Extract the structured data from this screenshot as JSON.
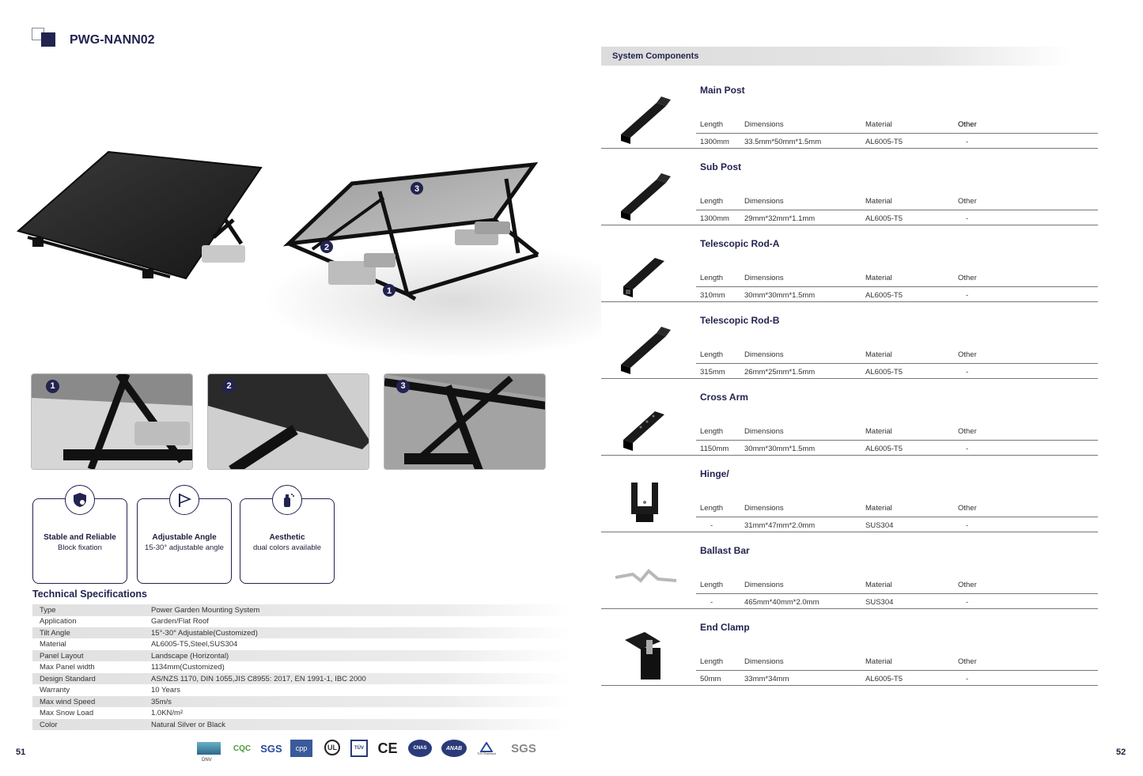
{
  "header": {
    "title": "PWG-NANN02"
  },
  "callouts": [
    "1",
    "2",
    "3"
  ],
  "thumbnails": [
    {
      "badge": "1"
    },
    {
      "badge": "2"
    },
    {
      "badge": "3"
    }
  ],
  "features": [
    {
      "title": "Stable and Reliable",
      "subtitle": "Block fixation",
      "icon": "shield-gear-icon"
    },
    {
      "title": "Adjustable Angle",
      "subtitle": "15-30° adjustable angle",
      "icon": "angle-flag-icon"
    },
    {
      "title": "Aesthetic",
      "subtitle": "dual colors available",
      "icon": "spray-can-icon"
    }
  ],
  "specs": {
    "title": "Technical Specifications",
    "rows": [
      {
        "key": "Type",
        "value": "Power Garden Mounting System"
      },
      {
        "key": "Application",
        "value": "Garden/Flat Roof"
      },
      {
        "key": "Tilt Angle",
        "value": "15°-30° Adjustable(Customized)"
      },
      {
        "key": "Material",
        "value": "AL6005-T5,Steel,SUS304"
      },
      {
        "key": "Panel Layout",
        "value": "Landscape (Horizontal)"
      },
      {
        "key": "Max Panel width",
        "value": "1134mm(Customized)"
      },
      {
        "key": "Design Standard",
        "value": "AS/NZS 1170, DIN 1055,JIS C8955: 2017, EN 1991-1, IBC 2000"
      },
      {
        "key": "Warranty",
        "value": "10 Years"
      },
      {
        "key": "Max wind Speed",
        "value": "35m/s"
      },
      {
        "key": "Max Snow Load",
        "value": "1.0KN/m²"
      },
      {
        "key": "Color",
        "value": "Natural Silver or Black"
      }
    ]
  },
  "certifications": [
    "DNV",
    "CQC",
    "SGS",
    "cpp",
    "UL",
    "TÜV",
    "CE",
    "CNAS",
    "ANAB",
    "TÜV Rheinland",
    "SGS"
  ],
  "pages": {
    "left": "51",
    "right": "52"
  },
  "components": {
    "title": "System Components",
    "columns": {
      "length": "Length",
      "dimensions": "Dimensions",
      "material": "Material",
      "other": "Other"
    },
    "items": [
      {
        "name": "Main Post",
        "length": "1300mm",
        "dimensions": "33.5mm*50mm*1.5mm",
        "material": "AL6005-T5",
        "other": "-",
        "icon": "channel-profile-icon"
      },
      {
        "name": "Sub Post",
        "length": "1300mm",
        "dimensions": "29mm*32mm*1.1mm",
        "material": "AL6005-T5",
        "other": "-",
        "icon": "channel-profile-icon"
      },
      {
        "name": "Telescopic Rod-A",
        "length": "310mm",
        "dimensions": "30mm*30mm*1.5mm",
        "material": "AL6005-T5",
        "other": "-",
        "icon": "square-tube-icon"
      },
      {
        "name": "Telescopic Rod-B",
        "length": "315mm",
        "dimensions": "26mm*25mm*1.5mm",
        "material": "AL6005-T5",
        "other": "-",
        "icon": "channel-profile-icon"
      },
      {
        "name": "Cross Arm",
        "length": "1150mm",
        "dimensions": "30mm*30mm*1.5mm",
        "material": "AL6005-T5",
        "other": "-",
        "icon": "perforated-tube-icon"
      },
      {
        "name": "Hinge/",
        "length": "-",
        "dimensions": "31mm*47mm*2.0mm",
        "material": "SUS304",
        "other": "-",
        "icon": "hinge-icon"
      },
      {
        "name": "Ballast Bar",
        "length": "-",
        "dimensions": "465mm*40mm*2.0mm",
        "material": "SUS304",
        "other": "-",
        "icon": "ballast-bar-icon"
      },
      {
        "name": "End Clamp",
        "length": "50mm",
        "dimensions": "33mm*34mm",
        "material": "AL6005-T5",
        "other": "-",
        "icon": "end-clamp-icon"
      }
    ]
  }
}
